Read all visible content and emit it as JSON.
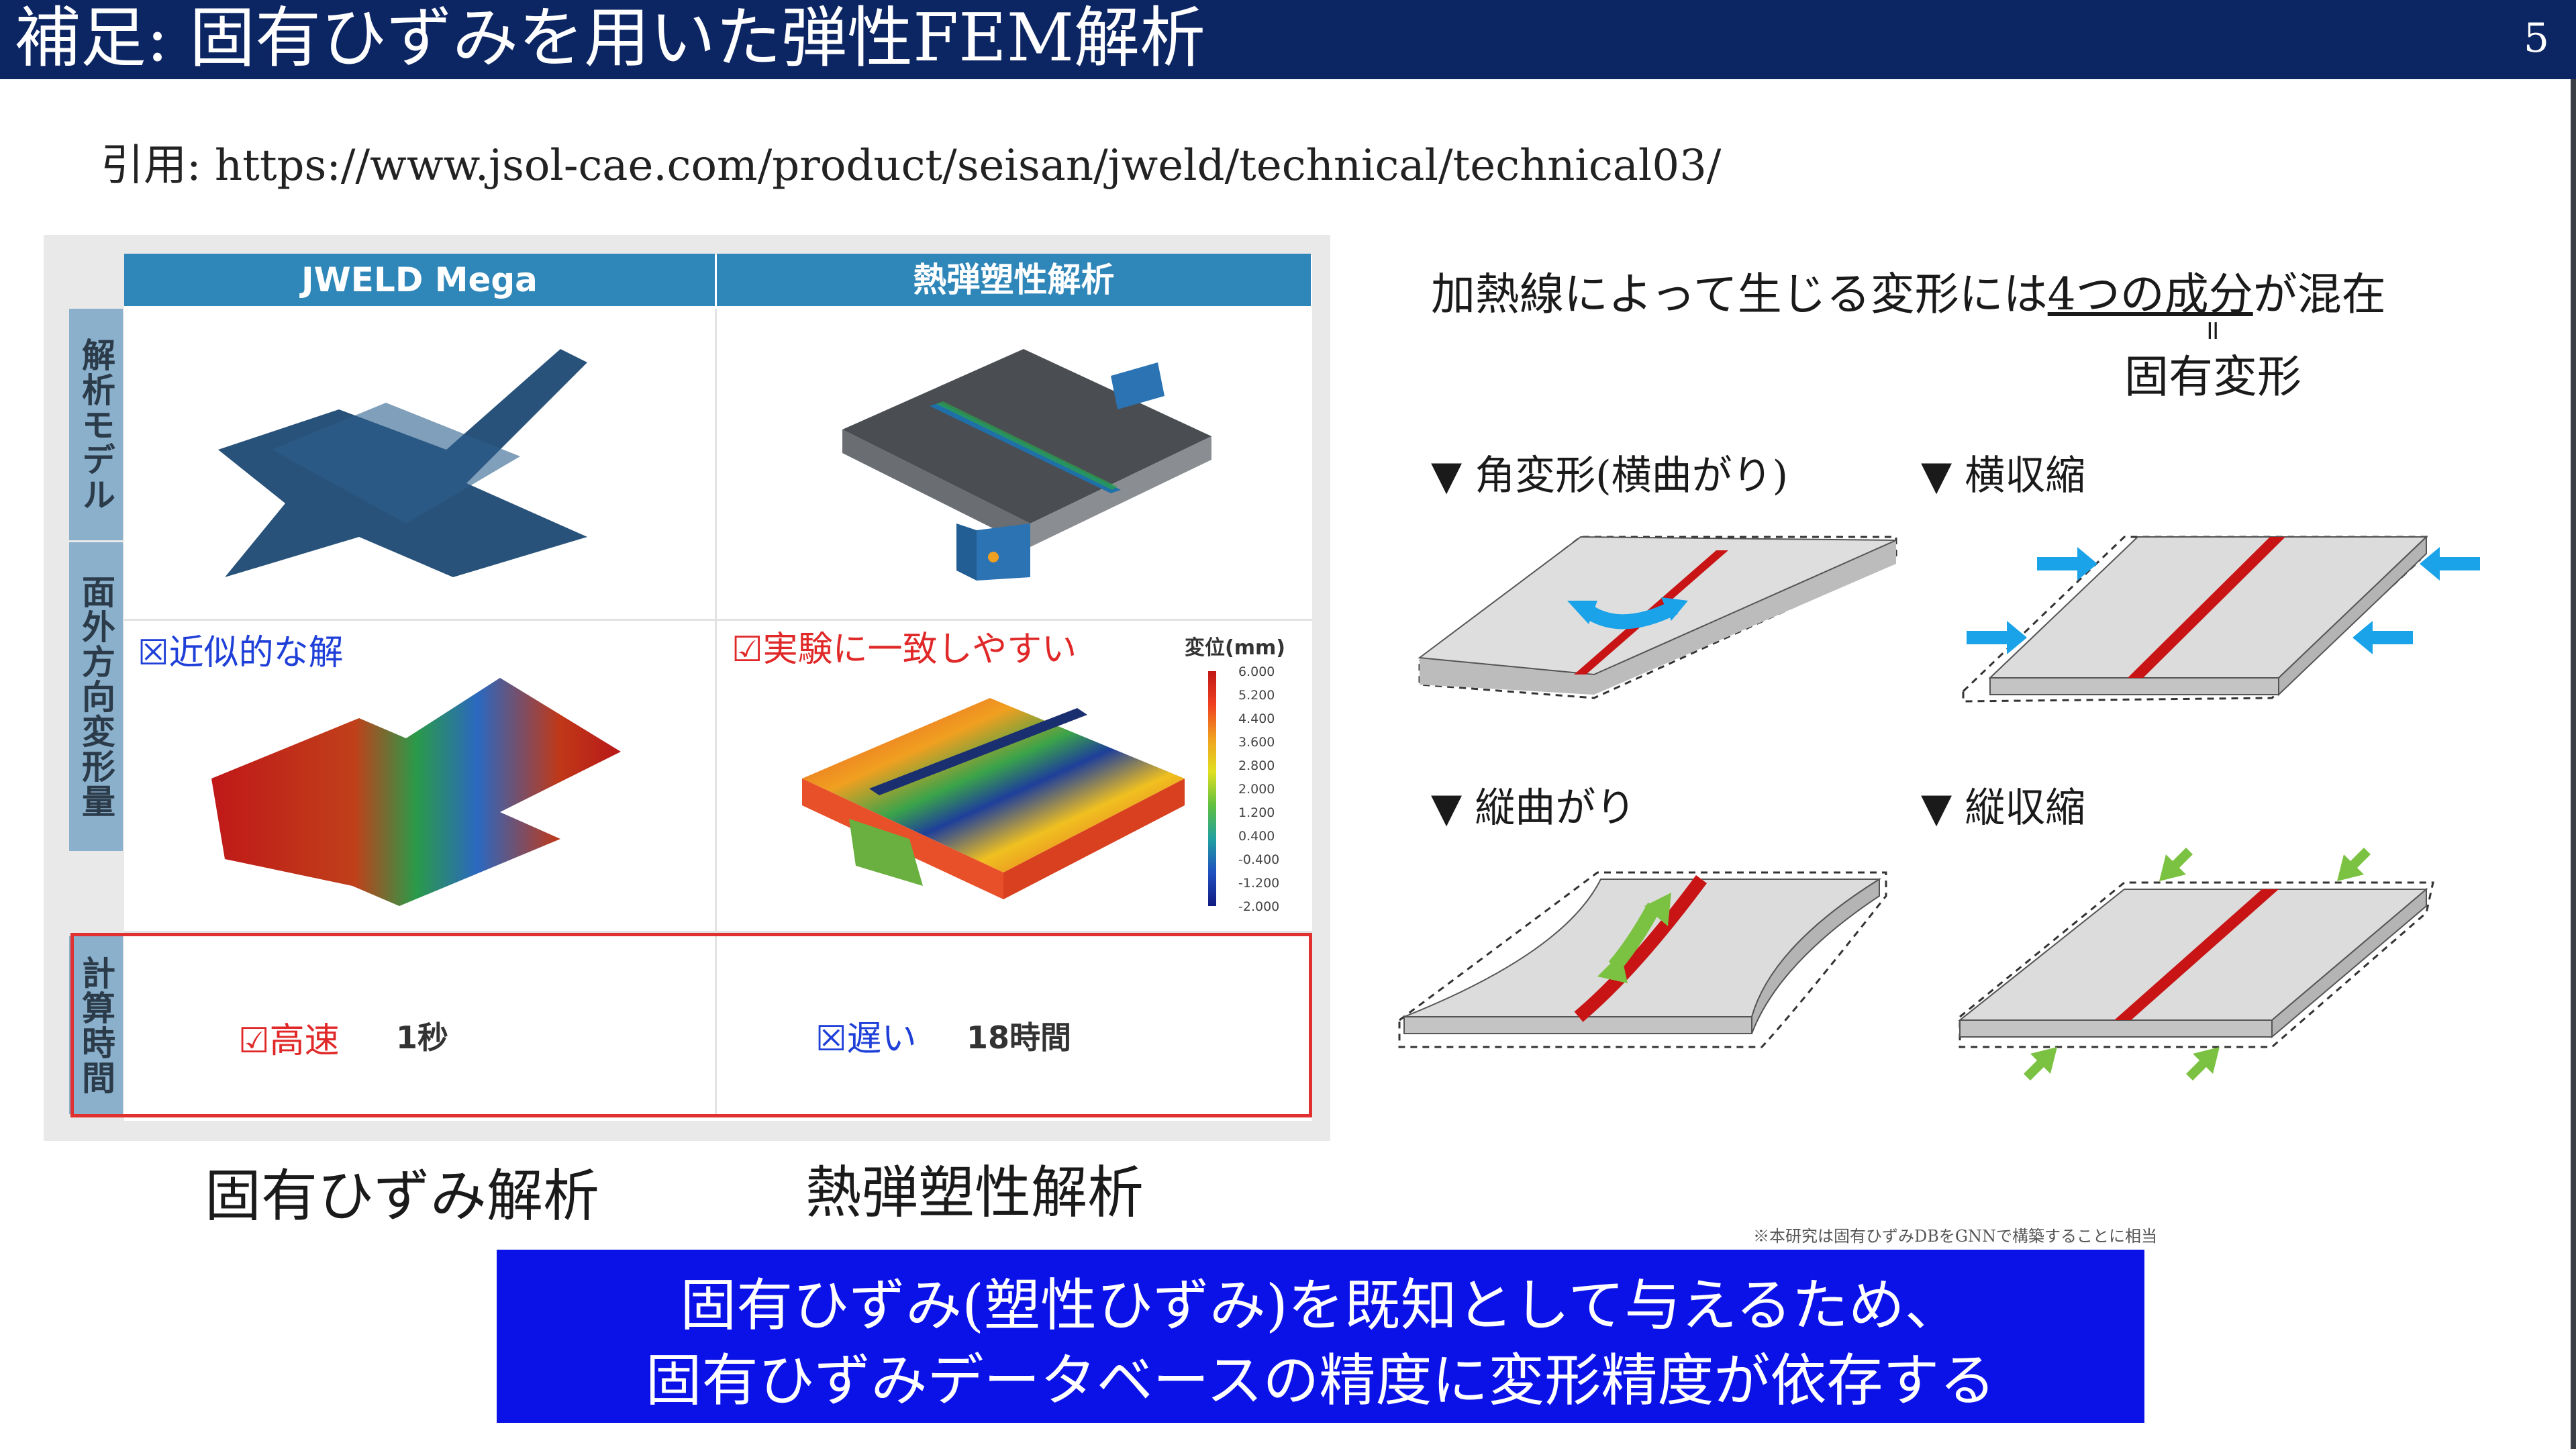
{
  "header": {
    "title": "補足: 固有ひずみを用いた弾性FEM解析",
    "page_number": "5"
  },
  "citation": "引用: https://www.jsol-cae.com/product/seisan/jweld/technical/technical03/",
  "comparison_table": {
    "columns": [
      "JWELD Mega",
      "熱弾塑性解析"
    ],
    "rows": [
      "解析モデル",
      "面外方向変形量",
      "計算時間"
    ],
    "note_approx": "☒近似的な解",
    "note_match": "☑実験に一致しやすい",
    "legend": {
      "title": "変位(mm)",
      "ticks": [
        "6.000",
        "5.200",
        "4.400",
        "3.600",
        "2.800",
        "2.000",
        "1.200",
        "0.400",
        "-0.400",
        "-1.200",
        "-2.000"
      ]
    },
    "time_fast_label": "☑高速",
    "time_fast_value": "1秒",
    "time_slow_label": "☒遅い",
    "time_slow_value": "18時間"
  },
  "captions": {
    "left": "固有ひずみ解析",
    "right": "熱弾塑性解析"
  },
  "explanation": {
    "prefix": "加熱線によって生じる変形には",
    "highlight": "4つの成分",
    "suffix": "が混在",
    "equals": "॥",
    "result": "固有変形"
  },
  "components": [
    "▼ 角変形(横曲がり)",
    "▼ 横収縮",
    "▼ 縦曲がり",
    "▼ 縦収縮"
  ],
  "footnote": "※本研究は固有ひずみDBをGNNで構築することに相当",
  "conclusion": {
    "line1": "固有ひずみ(塑性ひずみ)を既知として与えるため、",
    "line2": "固有ひずみデータベースの精度に変形精度が依存する"
  },
  "colors": {
    "header_bg": "#0c2563",
    "table_head": "#2f86b8",
    "weld_line": "#cc1414",
    "arrow_blue": "#1aa3e8",
    "arrow_green": "#7cc242",
    "conclusion_bg": "#0b12e8"
  }
}
